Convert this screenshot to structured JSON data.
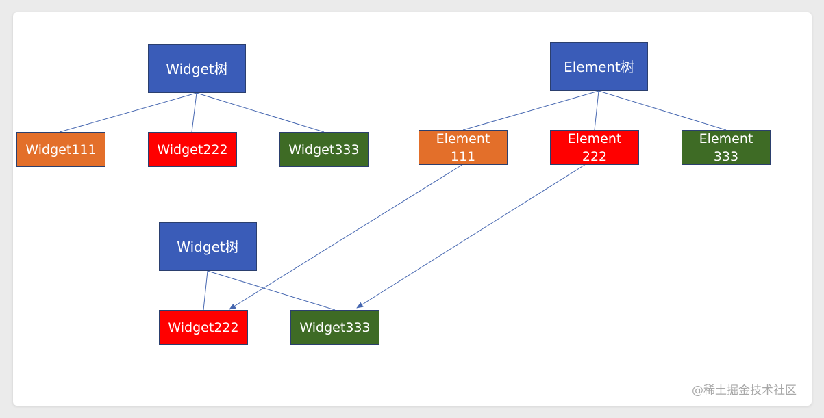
{
  "colors": {
    "tree_root": "#3a5cb8",
    "first": "#e36f2a",
    "second": "#ff0000",
    "third": "#3e6b25",
    "line": "#4566b0"
  },
  "widget_tree": {
    "root": "Widget树",
    "children": [
      "Widget111",
      "Widget222",
      "Widget333"
    ]
  },
  "element_tree": {
    "root": "Element树",
    "children": [
      {
        "line1": "Element",
        "line2": "111"
      },
      {
        "line1": "Element",
        "line2": "222"
      },
      {
        "line1": "Element",
        "line2": "333"
      }
    ]
  },
  "new_widget_tree": {
    "root": "Widget树",
    "children": [
      "Widget222",
      "Widget333"
    ]
  },
  "watermark": "@稀土掘金技术社区"
}
